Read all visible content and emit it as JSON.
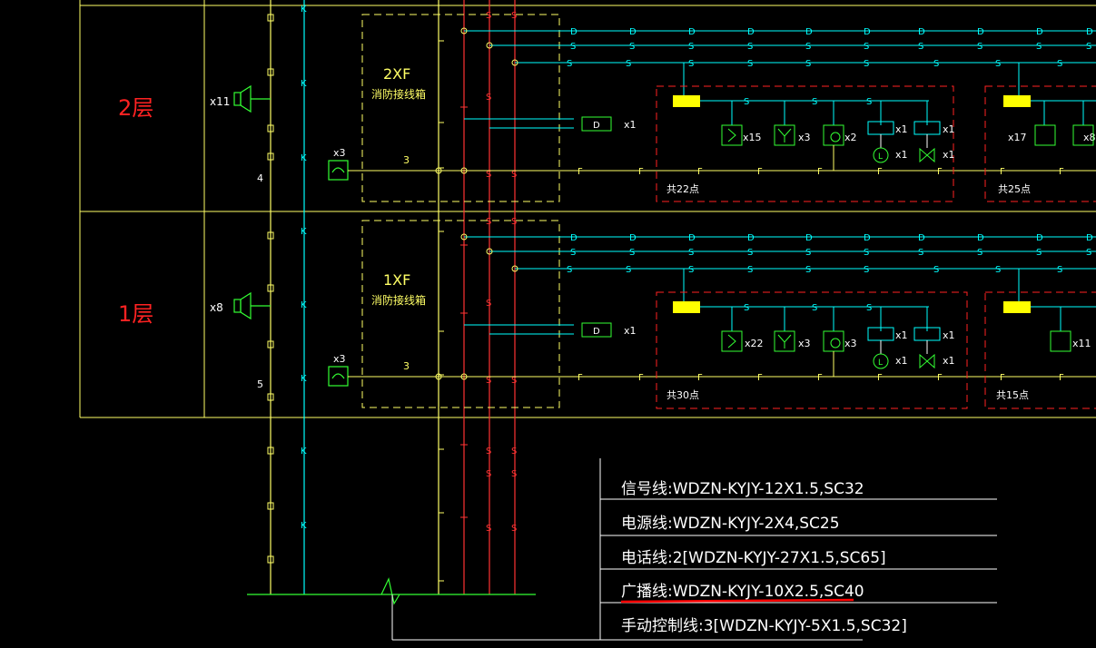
{
  "floors": [
    {
      "label": "2层",
      "speaker_count": "x11",
      "phone_count": "x3",
      "floor_no": "4",
      "box_name": "2XF",
      "box_desc": "消防接线箱",
      "manual_no": "3",
      "d_count": "x1",
      "zone1": {
        "detectors": "x15",
        "hydrant": "x3",
        "alarm": "x2",
        "module_a": "x1",
        "module_b": "x1",
        "lamp": "x1",
        "valve": "x1",
        "total": "共22点"
      },
      "zone2": {
        "detectors": "x17",
        "extra": "x8",
        "total": "共25点"
      }
    },
    {
      "label": "1层",
      "speaker_count": "x8",
      "phone_count": "x3",
      "floor_no": "5",
      "box_name": "1XF",
      "box_desc": "消防接线箱",
      "manual_no": "3",
      "d_count": "x1",
      "zone1": {
        "detectors": "x22",
        "hydrant": "x3",
        "alarm": "x3",
        "module_a": "x1",
        "module_b": "x1",
        "lamp": "x1",
        "valve": "x1",
        "total": "共30点"
      },
      "zone2": {
        "detectors": "x11",
        "total": "共15点"
      }
    }
  ],
  "legend": [
    "信号线:WDZN-KYJY-12X1.5,SC32",
    "电源线:WDZN-KYJY-2X4,SC25",
    "电话线:2[WDZN-KYJY-27X1.5,SC65]",
    "广播线:WDZN-KYJY-10X2.5,SC40",
    "手动控制线:3[WDZN-KYJY-5X1.5,SC32]"
  ],
  "symbols": {
    "d": "D",
    "s": "S",
    "f": "F",
    "k": "K",
    "l": "L"
  },
  "colors": {
    "background": "#000000",
    "frame": "#ffff66",
    "signal": "#00ffff",
    "power": "#ff3333",
    "device": "#33ff33",
    "floor_text": "#ff2222",
    "legend_text": "#ffffff",
    "highlight": "#ff0000"
  }
}
